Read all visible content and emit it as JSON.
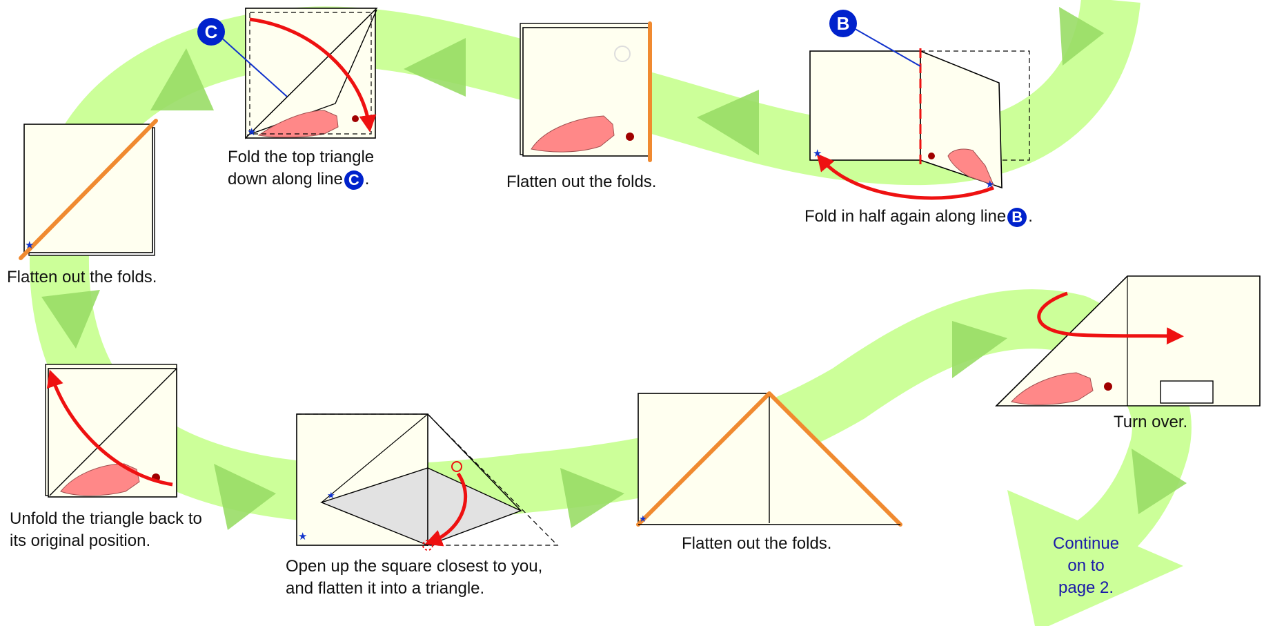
{
  "colors": {
    "path": "#ccff99",
    "arrowhead": "#99dd66",
    "paper": "#fffff0",
    "fold_edge": "#f08a30",
    "action_arrow": "#ee1111",
    "line_label": "#0022cc",
    "star": "#1133cc",
    "mouth": "#ff8888",
    "shading": "#e2e2e2",
    "continue_text": "#1a1aa8"
  },
  "line_labels": {
    "c": "C",
    "b": "B"
  },
  "steps": [
    {
      "id": "flatten-1",
      "lines": [
        "Flatten out the folds."
      ]
    },
    {
      "id": "fold-c",
      "lines": [
        "Fold the top triangle",
        "down along line"
      ],
      "badge": "C",
      "suffix": "."
    },
    {
      "id": "flatten-2",
      "lines": [
        "Flatten out the folds."
      ]
    },
    {
      "id": "fold-b",
      "lines": [
        "Fold in half again along line"
      ],
      "badge": "B",
      "suffix": "."
    },
    {
      "id": "unfold",
      "lines": [
        "Unfold the triangle back to",
        "its original position."
      ]
    },
    {
      "id": "open-square",
      "lines": [
        "Open up the square closest to you,",
        "and flatten it into a triangle."
      ]
    },
    {
      "id": "flatten-3",
      "lines": [
        "Flatten out the folds."
      ]
    },
    {
      "id": "turn-over",
      "lines": [
        "Turn over."
      ]
    }
  ],
  "continue_note": [
    "Continue",
    "on to",
    "page 2."
  ]
}
